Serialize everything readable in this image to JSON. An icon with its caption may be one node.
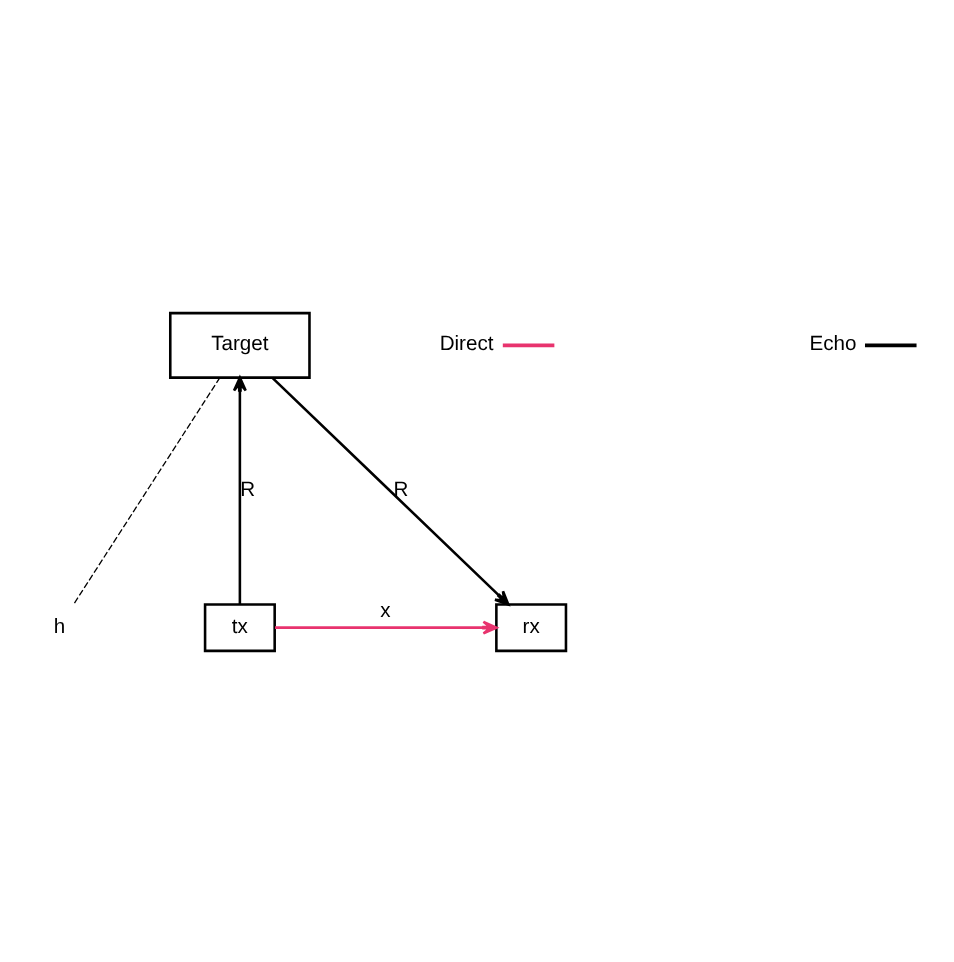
{
  "diagram": {
    "nodes": [
      {
        "text": [
          "Target"
        ]
      },
      {
        "text": [
          "tx"
        ]
      },
      {
        "text": [
          "rx"
        ]
      }
    ],
    "edges": [
      {
        "from": 1,
        "to": 0,
        "arrow": "to",
        "label": "R"
      },
      {
        "from": 0,
        "to": 2,
        "arrow": "to",
        "label": "R"
      },
      {
        "from": 1,
        "to": 2,
        "arrow": "to",
        "label": "x",
        "color": "#e8336e"
      }
    ],
    "labels": [
      "h"
    ],
    "legend": [
      {
        "text": "Direct",
        "color": "#e8336e"
      },
      {
        "text": "Echo",
        "color": "#000000"
      }
    ]
  }
}
